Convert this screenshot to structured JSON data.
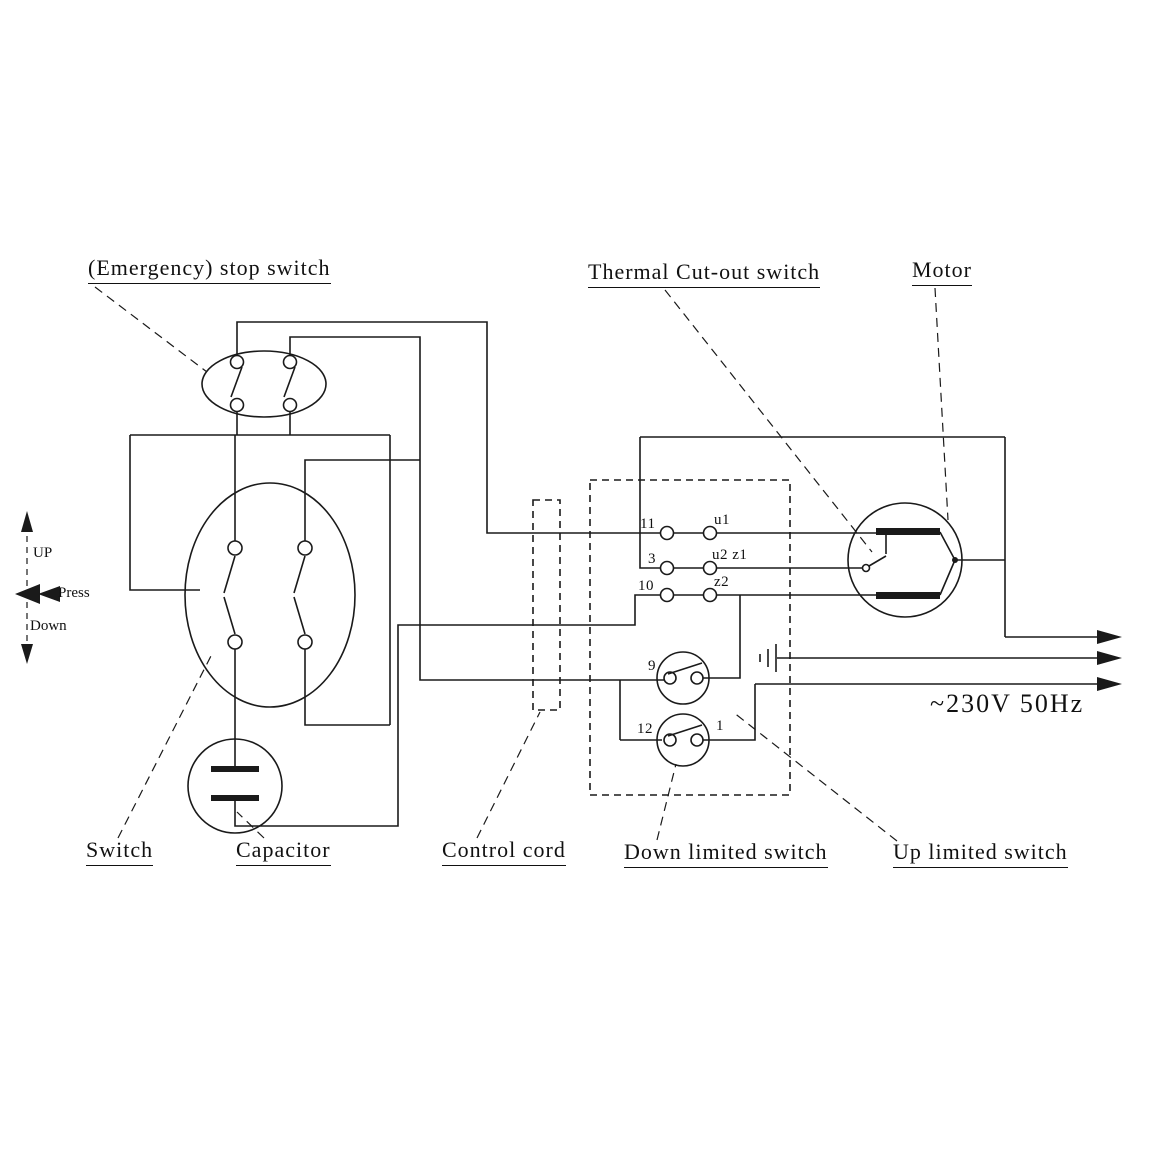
{
  "diagram": {
    "labels": {
      "emergency_stop": "(Emergency) stop switch",
      "thermal_cutout": "Thermal Cut-out switch",
      "motor": "Motor",
      "switch": "Switch",
      "capacitor": "Capacitor",
      "control_cord": "Control cord",
      "down_limited_switch": "Down limited switch",
      "up_limited_switch": "Up limited switch",
      "power": "~230V 50Hz",
      "up": "UP",
      "press": "Press",
      "down": "Down"
    },
    "terminals": {
      "t11": "11",
      "t3": "3",
      "t10": "10",
      "u1": "u1",
      "u2z1": "u2 z1",
      "z2": "z2",
      "t9": "9",
      "t12": "12",
      "t1": "1"
    },
    "colors": {
      "line": "#1a1a1a",
      "background": "#ffffff"
    }
  }
}
